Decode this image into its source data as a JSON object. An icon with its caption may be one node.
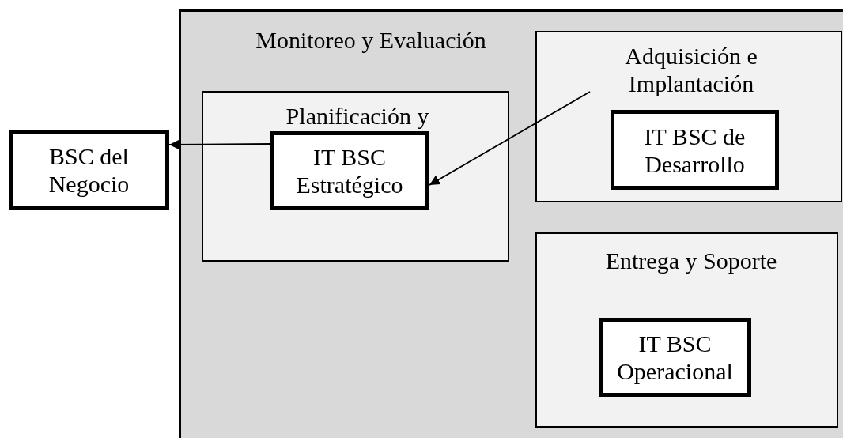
{
  "diagram": {
    "nodes": [
      {
        "text": [
          "BSC del Negocio"
        ]
      },
      {
        "text": [
          "Monitoreo y Evaluación"
        ]
      },
      {
        "text": [
          "Planificación y"
        ],
        "in": 1
      },
      {
        "text": [
          "IT BSC Estratégico"
        ],
        "in": 2
      },
      {
        "text": [
          "Adquisición e Implantación"
        ],
        "in": 1
      },
      {
        "text": [
          "IT BSC de Desarrollo"
        ],
        "in": 4
      },
      {
        "text": [
          "Entrega y Soporte"
        ],
        "in": 1
      },
      {
        "text": [
          "IT BSC Operacional"
        ],
        "in": 6
      }
    ],
    "edges": [
      {
        "from": 3,
        "to": 0,
        "arrow": "to"
      },
      {
        "from": null,
        "to": 3,
        "arrow": "to"
      }
    ]
  }
}
